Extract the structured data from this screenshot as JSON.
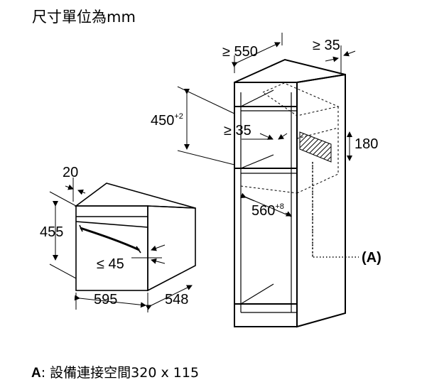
{
  "header": {
    "units_note": "尺寸單位為mm"
  },
  "oven": {
    "height": "455",
    "front_thickness": "20",
    "width": "595",
    "depth": "548",
    "door_gap": "≤ 45"
  },
  "cabinet": {
    "depth_min": "≥ 550",
    "rear_gap_min": "≥ 35",
    "niche_height": "450",
    "niche_height_tolerance": "+2",
    "vent_gap_min": "≥ 35",
    "vent_height": "180",
    "niche_width": "560",
    "niche_width_tolerance": "+8",
    "connection_label": "(A)"
  },
  "footer": {
    "key": "A",
    "text": ": 設備連接空間320 x 115"
  }
}
